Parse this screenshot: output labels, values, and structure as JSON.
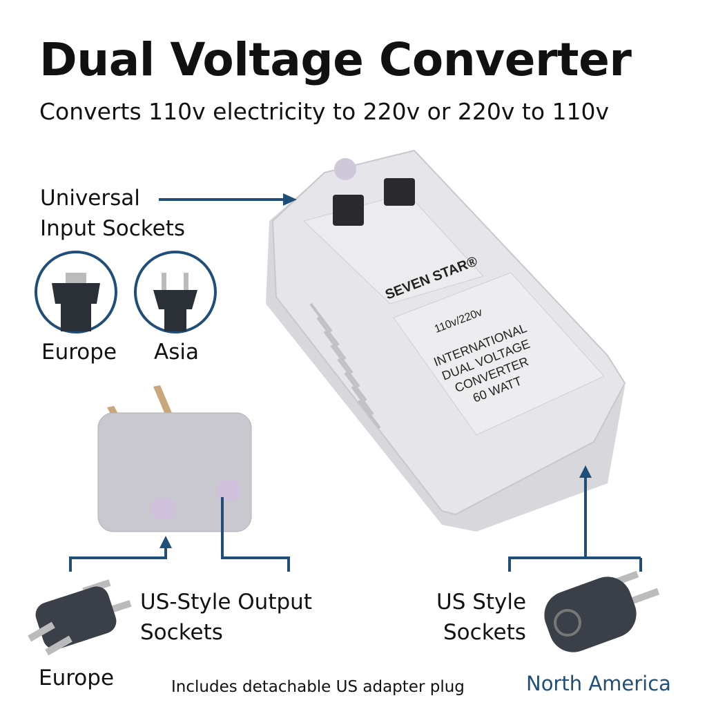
{
  "title": "Dual Voltage Converter",
  "subtitle": "Converts 110v electricity to 220v or 220v to 110v",
  "callouts": {
    "input_sockets": [
      "Universal",
      "Input Sockets"
    ],
    "europe_plug": "Europe",
    "asia_plug": "Asia",
    "us_output": [
      "US-Style Output",
      "Sockets"
    ],
    "europe_adapter": "Europe",
    "us_sockets": [
      "US Style",
      "Sockets"
    ],
    "north_america": "North America"
  },
  "device": {
    "brand": "SEVEN STAR®",
    "voltage": "110v/220v",
    "label_lines": [
      "INTERNATIONAL",
      "DUAL VOLTAGE",
      "CONVERTER",
      "60 WATT"
    ]
  },
  "footnote": "Includes detachable US adapter plug",
  "colors": {
    "accent": "#1f4e79",
    "device": "#e4e4e8",
    "plug": "#3a3f48"
  }
}
